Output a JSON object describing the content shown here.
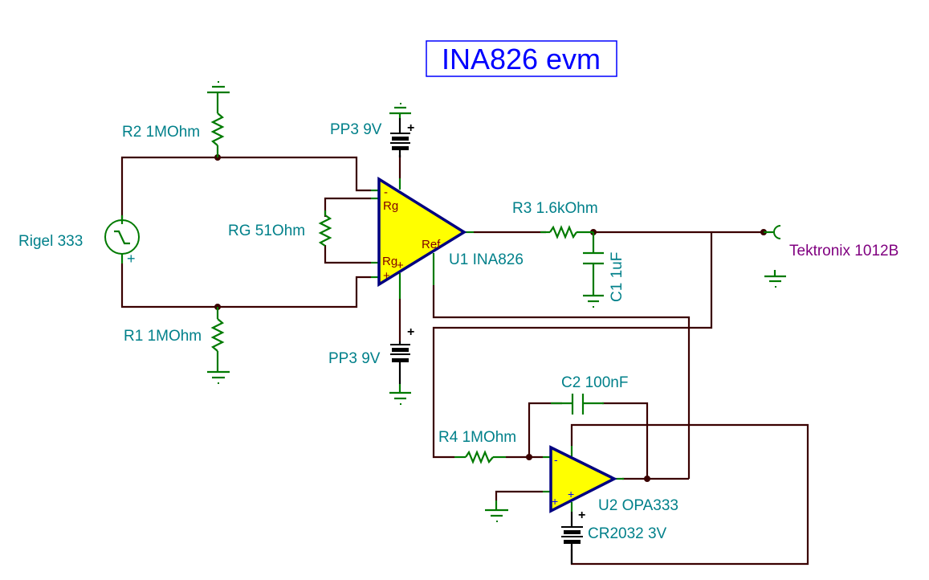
{
  "title": "INA826 evm",
  "colors": {
    "wire": "#3a0000",
    "component_lead": "#007a00",
    "label": "#00808a",
    "pin_label": "#800000",
    "opamp_fill": "#ffff00",
    "opamp_outline": "#000080",
    "title": "#0000ff",
    "probe_label": "#800080"
  },
  "components": {
    "r1": {
      "label": "R1 1MOhm"
    },
    "r2": {
      "label": "R2 1MOhm"
    },
    "rg": {
      "label": "RG 51Ohm"
    },
    "r3": {
      "label": "R3 1.6kOhm"
    },
    "r4": {
      "label": "R4 1MOhm"
    },
    "c1": {
      "label": "C1 1uF"
    },
    "c2": {
      "label": "C2 100nF"
    },
    "source": {
      "label": "Rigel 333",
      "polarity": "+"
    },
    "battery_top": {
      "label": "PP3 9V",
      "polarity": "+"
    },
    "battery_bottom": {
      "label": "PP3 9V",
      "polarity": "+"
    },
    "battery_coin": {
      "label": "CR2032 3V",
      "polarity": "+"
    },
    "u1": {
      "label": "U1 INA826",
      "pins": {
        "in_minus": "-",
        "rg_top": "Rg",
        "rg_bottom": "Rg",
        "rg_plus": "+",
        "in_plus": "+",
        "ref": "Ref"
      }
    },
    "u2": {
      "label": "U2 OPA333",
      "pins": {
        "in_minus": "-",
        "in_plus": "+",
        "supply_plus": "+"
      }
    },
    "probe": {
      "label": "Tektronix 1012B"
    }
  }
}
